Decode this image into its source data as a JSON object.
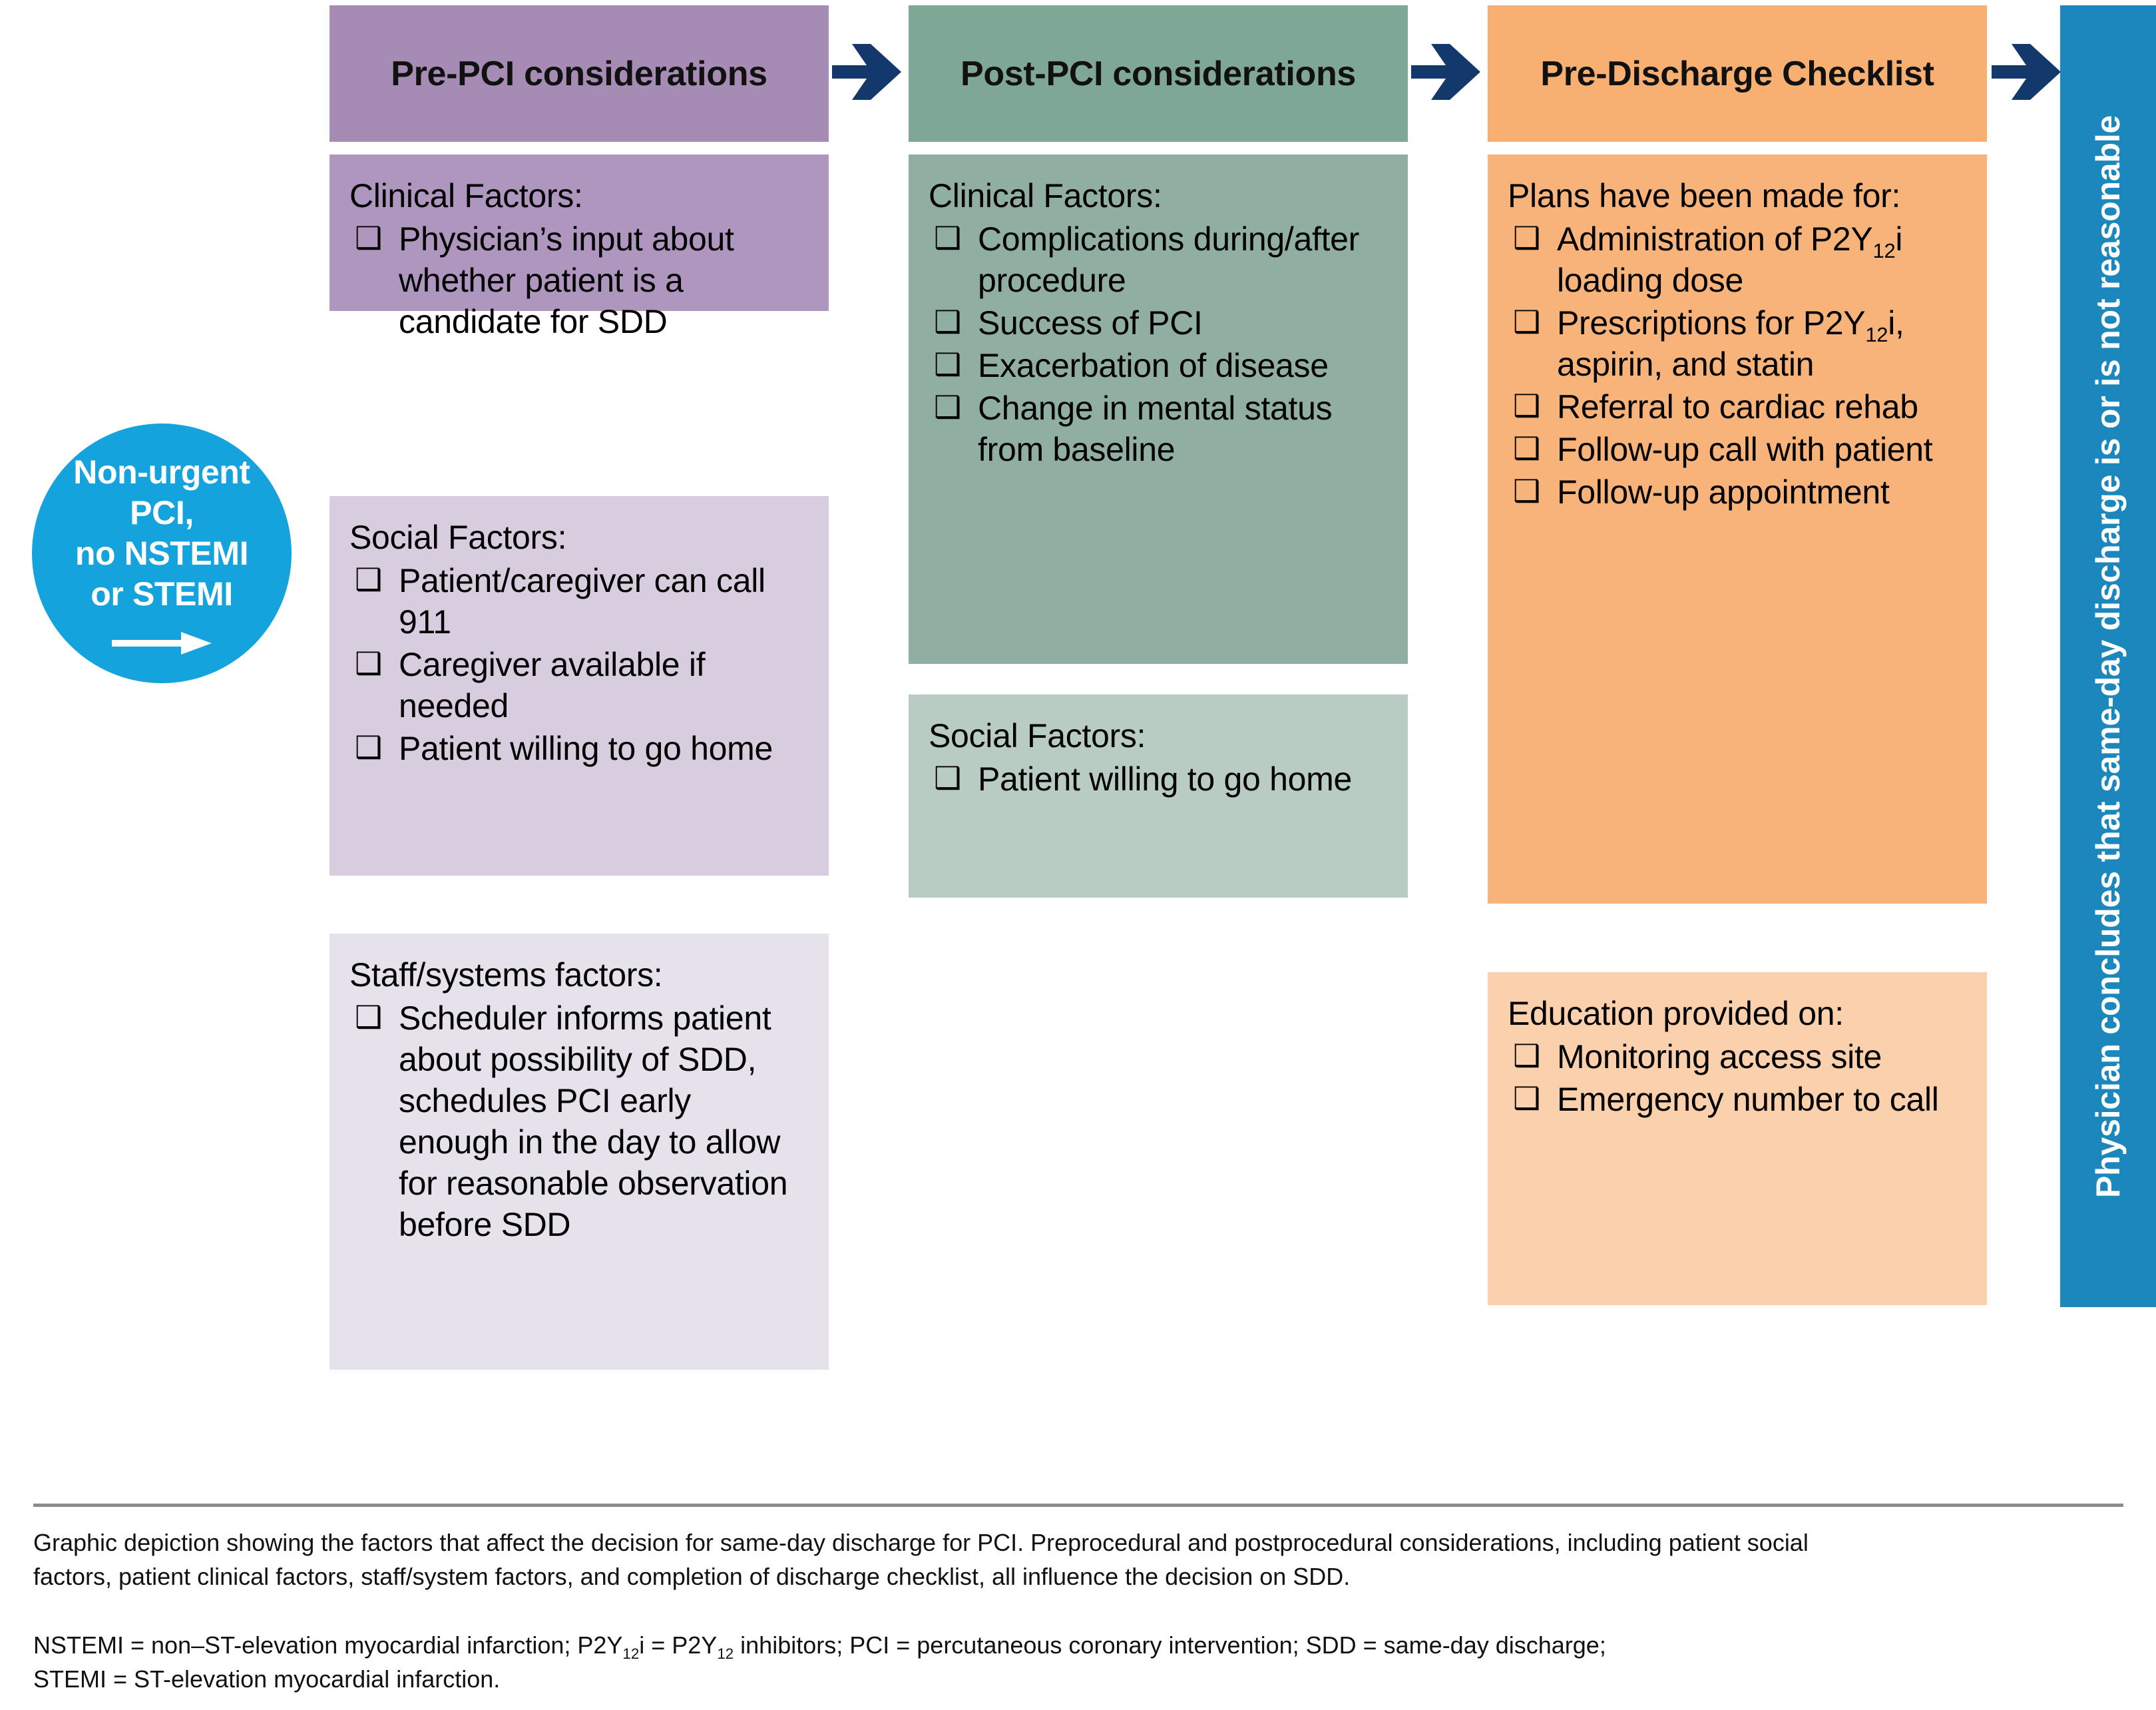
{
  "entry": {
    "lines": [
      "Non-urgent",
      "PCI,",
      "no NSTEMI",
      "or STEMI"
    ],
    "arrow_icon": "right-arrow-icon",
    "color": "#14A3DC"
  },
  "flow_arrows": [
    {
      "name": "flow-arrow-1",
      "icon": "chevron-right-icon",
      "color": "#13386B"
    },
    {
      "name": "flow-arrow-2",
      "icon": "chevron-right-icon",
      "color": "#13386B"
    },
    {
      "name": "flow-arrow-3",
      "icon": "chevron-right-icon",
      "color": "#13386B"
    }
  ],
  "columns": [
    {
      "id": "pre-pci",
      "header": "Pre-PCI considerations",
      "header_color": "#A68CB4",
      "cards": [
        {
          "id": "pre-pci-clinical",
          "title": "Clinical Factors:",
          "color": "#AF96BE",
          "items": [
            "Physician’s input about whether patient is a candidate for SDD"
          ]
        },
        {
          "id": "pre-pci-social",
          "title": "Social Factors:",
          "color": "#D8CDDF",
          "items": [
            "Patient/caregiver can call 911",
            "Caregiver available if needed",
            "Patient willing to go home"
          ]
        },
        {
          "id": "pre-pci-staff",
          "title": "Staff/systems factors:",
          "color": "#E5E2EC",
          "items": [
            "Scheduler informs patient about possibility of SDD, schedules PCI early enough in the day to allow for reasonable observation before SDD"
          ]
        }
      ]
    },
    {
      "id": "post-pci",
      "header": "Post-PCI considerations",
      "header_color": "#7EA795",
      "cards": [
        {
          "id": "post-pci-clinical",
          "title": "Clinical Factors:",
          "color": "#90AFA2",
          "items": [
            "Complications during/after procedure",
            "Success of PCI",
            "Exacerbation of disease",
            "Change in mental status from baseline"
          ]
        },
        {
          "id": "post-pci-social",
          "title": "Social Factors:",
          "color": "#B9CCC3",
          "items": [
            "Patient willing to go home"
          ]
        }
      ]
    },
    {
      "id": "pre-discharge",
      "header": "Pre-Discharge Checklist",
      "header_color": "#F7AF72",
      "cards": [
        {
          "id": "pre-discharge-plans",
          "title": "Plans have been made for:",
          "color": "#F7B379",
          "items_html": [
            "Administration of P2Y<sub>12</sub>i loading dose",
            "Prescriptions for P2Y<sub>12</sub>i, aspirin, and statin",
            "Referral to cardiac rehab",
            "Follow-up call with patient",
            "Follow-up appointment"
          ]
        },
        {
          "id": "pre-discharge-education",
          "title": "Education provided on:",
          "color": "#FBD0AC",
          "items": [
            "Monitoring access site",
            "Emergency number to call"
          ]
        }
      ]
    }
  ],
  "conclusion_bar": {
    "text": "Physician concludes that same-day discharge is or is not reasonable",
    "color": "#1C87BC"
  },
  "caption": {
    "description": "Graphic depiction showing the factors that affect the decision for same-day discharge for PCI. Preprocedural and postprocedural considerations, including patient social factors, patient clinical factors, staff/system factors, and completion of discharge checklist, all influence the decision on SDD.",
    "abbreviations_html": "NSTEMI = non–ST-elevation myocardial infarction; P2Y<sub>12</sub>i = P2Y<sub>12</sub> inhibitors; PCI = percutaneous coronary intervention; SDD = same-day discharge;<br>STEMI = ST-elevation myocardial infarction."
  },
  "checkbox_glyph": "❑"
}
